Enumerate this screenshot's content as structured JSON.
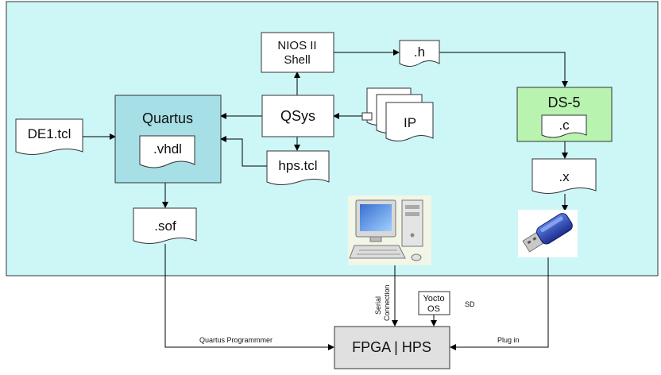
{
  "colors": {
    "background_panel": "#cdf6f7",
    "quartus_fill": "#a6dfe6",
    "ds5_fill": "#b8f3b0",
    "fpga_fill": "#e0e0e0"
  },
  "nodes": {
    "nios": {
      "line1": "NIOS II",
      "line2": "Shell"
    },
    "h_file": ".h",
    "qsys": "QSys",
    "ip": "IP",
    "quartus": "Quartus",
    "vhdl_file": ".vhdl",
    "de1_tcl": "DE1.tcl",
    "hps_tcl": "hps.tcl",
    "sof_file": ".sof",
    "ds5": "DS-5",
    "c_file": ".c",
    "x_file": ".x",
    "yocto": {
      "line1": "Yocto",
      "line2": "OS"
    },
    "fpga_hps": "FPGA | HPS"
  },
  "icons": {
    "computer": "desktop-computer-icon",
    "usb": "usb-drive-icon"
  },
  "edge_labels": {
    "serial_line1": "Serial",
    "serial_line2": "Connection",
    "sd": "SD",
    "quartus_programmer": "Quartus Programmmer",
    "plug_in": "Plug in"
  }
}
